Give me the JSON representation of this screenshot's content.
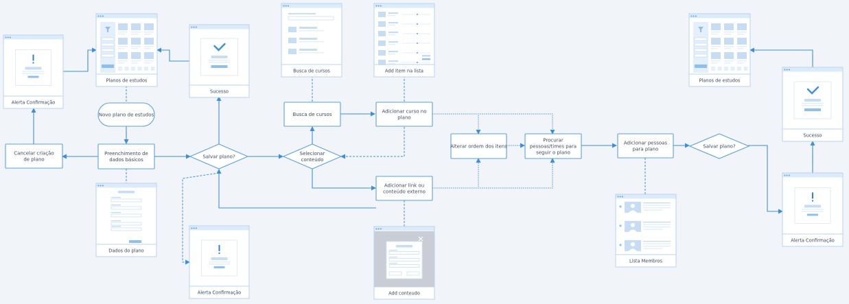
{
  "colors": {
    "background": "#f1f4f8",
    "line": "#3d8fd9",
    "node_border": "#5aa0e0",
    "card_border": "#b8d4ef",
    "card_header": "#dcebf9",
    "wire_fill": "#c6ddf3",
    "wire_light": "#e3effa",
    "text": "#3b4a5c",
    "icon": "#3d8fd9",
    "alert_icon": "#2d7fd3",
    "modal_overlay": "#c9ced6"
  },
  "processes": {
    "cancelar": "Cancelar criação de plano",
    "preenchimento": "Preenchimento de dados básicos",
    "busca": "Busca de cursos",
    "adicionar_curso": "Adicionar curso no plano",
    "adicionar_link": "Adicionar link ou conteúdo externo",
    "alterar_ordem": "Alterar ordem dos itens",
    "procurar_pessoas": "Procurar pessoas/times para seguir o plano",
    "adicionar_pessoas": "Adicionar pessoas para plano"
  },
  "terminals": {
    "novo_plano": "Novo plano de estudos"
  },
  "decisions": {
    "salvar_1": "Salvar plano?",
    "selecionar": "Selecionar conteúdo",
    "salvar_2": "Salvar plano?"
  },
  "screens": {
    "alerta_1": "Alerta Confirmação",
    "planos_1": "Planos de estudos",
    "sucesso_1": "Sucesso",
    "dados_plano": "Dados do plano",
    "alerta_2": "Alerta Confirmação",
    "busca_cursos": "Busca de cursos",
    "add_item": "Add item na lista",
    "add_conteudo": "Add conteudo",
    "lista_membros": "Lista Membros",
    "planos_2": "Planos de estudos",
    "sucesso_2": "Sucesso",
    "alerta_3": "Alerta Confirmação"
  },
  "icons": {
    "alert": "exclamation-icon",
    "success": "checkmark-icon",
    "filter": "funnel-icon",
    "close": "close-icon",
    "window_dots": "window-dots-icon"
  }
}
